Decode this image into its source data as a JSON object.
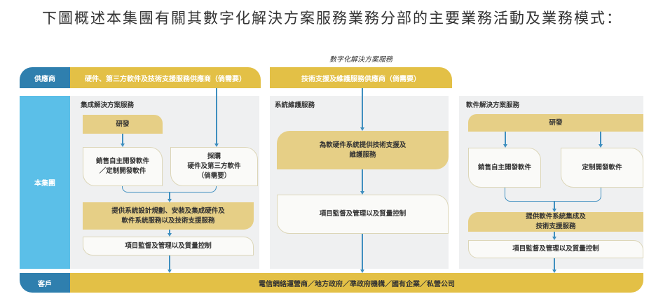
{
  "title": "下圖概述本集團有關其數字化解決方案服務業務分部的主要業務活動及業務模式：",
  "digital_label": "數字化解決方案服務",
  "rows": {
    "supplier": "供應商",
    "group": "本集團",
    "customer": "客戶"
  },
  "suppliers": [
    "硬件、第三方軟件及技術支援服務供應商（倘需要）",
    "技術支援及維護服務供應商（倘需要）"
  ],
  "integrated": {
    "title": "集成解決方案服務",
    "rd": "研發",
    "sell": "銷售自主開發軟件\n／定制開發軟件",
    "procure": "採購\n硬件及第三方軟件\n（倘需要）",
    "provide": "提供系統設計規劃、安裝及集成硬件及\n軟件系統服務以及技術支援服務",
    "pm": "項目監督及管理以及質量控制"
  },
  "maintenance": {
    "title": "系統維護服務",
    "provide": "為軟硬件系統提供技術支援及\n維護服務",
    "pm": "項目監督及管理以及質量控制"
  },
  "software": {
    "title": "軟件解決方案服務",
    "rd": "研發",
    "sell": "銷售自主開發軟件",
    "custom": "定制開發軟件",
    "provide": "提供軟件系統集成及\n技術支援服務",
    "pm": "項目監督及管理以及質量控制"
  },
  "customers": "電信網絡運營商／地方政府／準政府機構／國有企業／私營公司"
}
